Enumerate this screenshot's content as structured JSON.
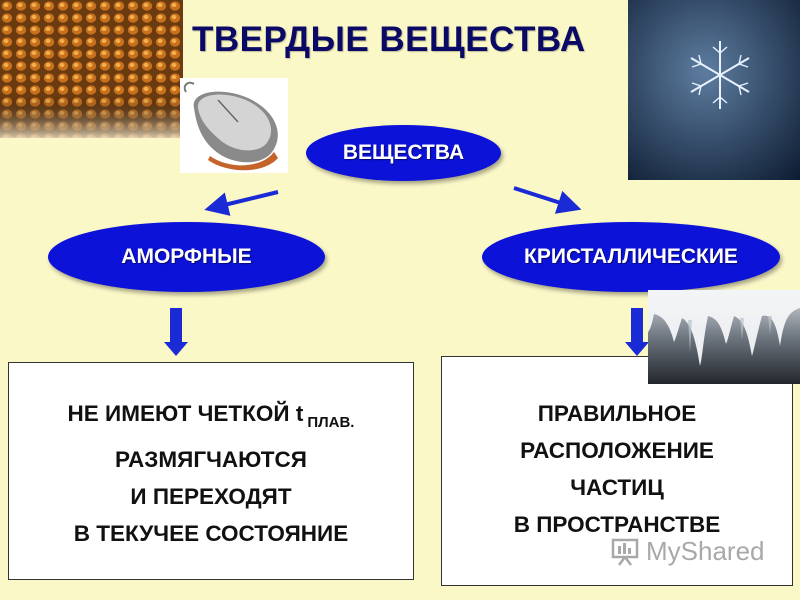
{
  "title": "ТВЕРДЫЕ ВЕЩЕСТВА",
  "nodes": {
    "main": "ВЕЩЕСТВА",
    "amorphous": "АМОРФНЫЕ",
    "crystalline": "КРИСТАЛЛИЧЕСКИЕ"
  },
  "left_box": {
    "line1": "НЕ ИМЕЮТ ЧЕТКОЙ t",
    "line1_sub": "ПЛАВ.",
    "line2": "РАЗМЯГЧАЮТСЯ",
    "line3": "И ПЕРЕХОДЯТ",
    "line4": "В ТЕКУЧЕЕ СОСТОЯНИЕ"
  },
  "right_box": {
    "line1": "ПРАВИЛЬНОЕ",
    "line2": "РАСПОЛОЖЕНИЕ",
    "line3": "ЧАСТИЦ",
    "line4": "В ПРОСТРАНСТВЕ"
  },
  "watermark": "MyShared",
  "colors": {
    "background": "#FBF8C8",
    "ellipse": "#0C12D8",
    "arrow": "#1A2BD6",
    "title": "#0A0A66"
  },
  "icons": {
    "photo_honeycomb": "honeycomb-photo",
    "photo_mouse": "computer-mouse-photo",
    "photo_snowflake": "snowflake-photo",
    "photo_icicles": "icicles-photo"
  }
}
